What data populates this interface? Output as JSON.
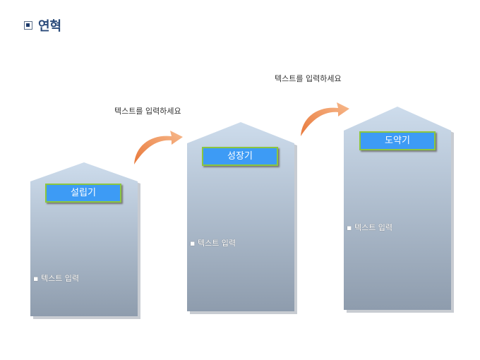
{
  "title": "연혁",
  "stages": [
    {
      "label": "설립기",
      "bullet": "▪ 텍스트 입력"
    },
    {
      "label": "성장기",
      "bullet": "▪ 텍스트 입력"
    },
    {
      "label": "도약기",
      "bullet": "▪ 텍스트 입력"
    }
  ],
  "captions": [
    "텍스트를 입력하세요",
    "텍스트를 입력하세요"
  ],
  "colors": {
    "arrow": "#e8783a",
    "label_bg": "#3d9bf5",
    "label_border": "#8cc63f"
  }
}
